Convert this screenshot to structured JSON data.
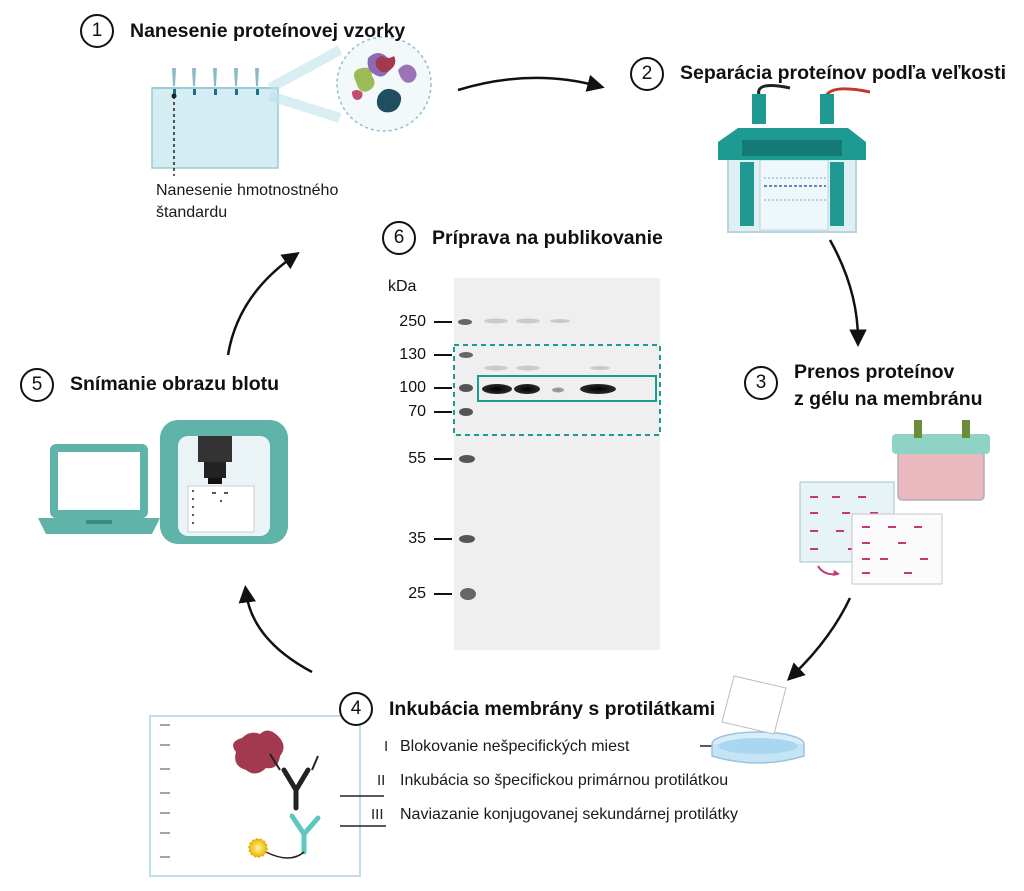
{
  "steps": [
    {
      "num": "1",
      "title": "Nanesenie proteínovej vzorky"
    },
    {
      "num": "2",
      "title": "Separácia proteínov podľa veľkosti"
    },
    {
      "num": "3",
      "title_line1": "Prenos proteínov",
      "title_line2": "z gélu na membránu"
    },
    {
      "num": "4",
      "title": "Inkubácia membrány s protilátkami"
    },
    {
      "num": "5",
      "title": "Snímanie obrazu blotu"
    },
    {
      "num": "6",
      "title": "Príprava na publikovanie"
    }
  ],
  "step1": {
    "ladder_label_line1": "Nanesenie hmotnostného",
    "ladder_label_line2": "štandardu"
  },
  "blot": {
    "unit": "kDa",
    "markers": [
      "250",
      "130",
      "100",
      "70",
      "55",
      "35",
      "25"
    ]
  },
  "step4": {
    "substeps": [
      {
        "roman": "I",
        "text": "Blokovanie nešpecifických miest"
      },
      {
        "roman": "II",
        "text": "Inkubácia so špecifickou primárnou protilátkou"
      },
      {
        "roman": "III",
        "text": "Naviazanie konjugovanej sekundárnej protilátky"
      }
    ]
  },
  "colors": {
    "teal": "#1f9a93",
    "teal_light": "#a9ded9",
    "protein_red": "#a2394f",
    "gel_blue": "#cde9ee",
    "magenta": "#c0397a",
    "yellow": "#f5c518"
  }
}
